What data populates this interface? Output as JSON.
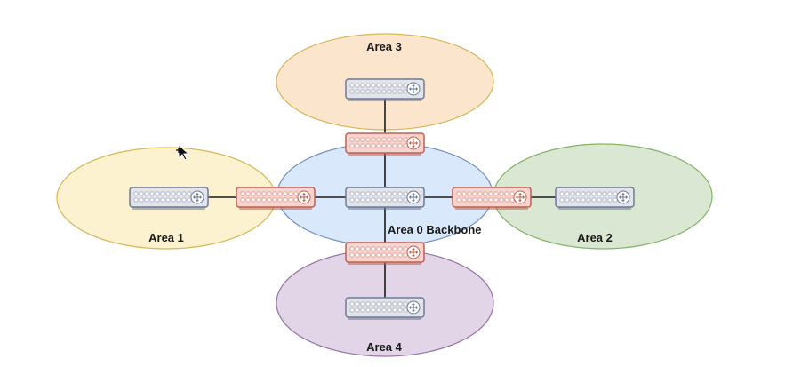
{
  "areas": [
    {
      "id": "area-3",
      "label": "Area 3",
      "fill": "#fce5cd",
      "stroke": "#d6b656"
    },
    {
      "id": "area-1",
      "label": "Area 1",
      "fill": "#fdf2d0",
      "stroke": "#d6b656"
    },
    {
      "id": "area-2",
      "label": "Area 2",
      "fill": "#dae8d3",
      "stroke": "#82b366"
    },
    {
      "id": "area-4",
      "label": "Area 4",
      "fill": "#e1d5e7",
      "stroke": "#9673a6"
    },
    {
      "id": "area-0",
      "label": "Area 0 Backbone",
      "fill": "#dae8fc",
      "stroke": "#6c8ebf"
    }
  ],
  "router_colors": {
    "internal": {
      "fill": "#e3e3ea",
      "stroke": "#6c7a96",
      "port": "#ffffff"
    },
    "abr": {
      "fill": "#f8d4d0",
      "stroke": "#c0614f",
      "port": "#ffffff"
    }
  },
  "routers": [
    {
      "id": "r-area3",
      "role": "internal",
      "area": "Area 3"
    },
    {
      "id": "r-abr-3",
      "role": "abr",
      "area": "Area 0 Backbone"
    },
    {
      "id": "r-area1",
      "role": "internal",
      "area": "Area 1"
    },
    {
      "id": "r-abr-1",
      "role": "abr",
      "area": "Area 0 Backbone"
    },
    {
      "id": "r-core",
      "role": "internal",
      "area": "Area 0 Backbone"
    },
    {
      "id": "r-abr-2",
      "role": "abr",
      "area": "Area 0 Backbone"
    },
    {
      "id": "r-area2",
      "role": "internal",
      "area": "Area 2"
    },
    {
      "id": "r-abr-4",
      "role": "abr",
      "area": "Area 0 Backbone"
    },
    {
      "id": "r-area4",
      "role": "internal",
      "area": "Area 4"
    }
  ],
  "links": [
    [
      "r-area3",
      "r-abr-3"
    ],
    [
      "r-abr-3",
      "r-core"
    ],
    [
      "r-area1",
      "r-abr-1"
    ],
    [
      "r-abr-1",
      "r-core"
    ],
    [
      "r-core",
      "r-abr-2"
    ],
    [
      "r-abr-2",
      "r-area2"
    ],
    [
      "r-core",
      "r-abr-4"
    ],
    [
      "r-abr-4",
      "r-area4"
    ]
  ],
  "icons": {
    "router": "router-icon",
    "cursor": "move-cursor-icon"
  }
}
